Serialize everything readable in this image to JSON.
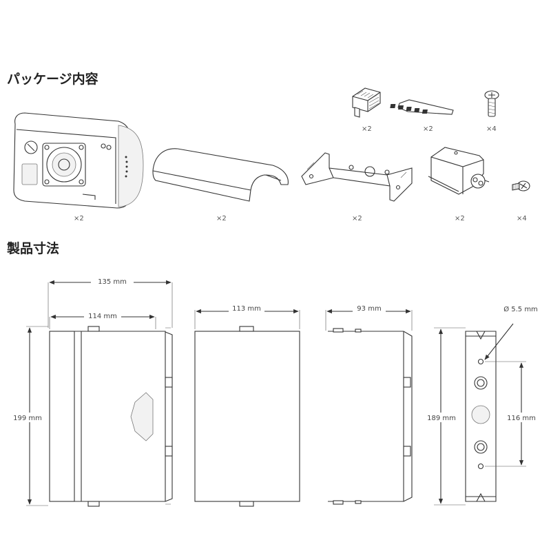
{
  "sections": {
    "contents_title": "パッケージ内容",
    "dimensions_title": "製品寸法"
  },
  "contents": {
    "terminal_block_qty": "×2",
    "terminal_strip_qty": "×2",
    "screw_long_qty": "×4",
    "speaker_qty": "×2",
    "grille_cover_qty": "×2",
    "bracket_qty": "×2",
    "junction_box_qty": "×2",
    "screw_short_qty": "×4"
  },
  "dimensions": {
    "side_overall_width": "135 mm",
    "side_body_width": "114 mm",
    "side_height": "199 mm",
    "front_width": "113 mm",
    "bracket_width": "93 mm",
    "bracket_height": "189 mm",
    "hole_spacing": "116 mm",
    "hole_diameter": "Ø 5.5 mm"
  }
}
